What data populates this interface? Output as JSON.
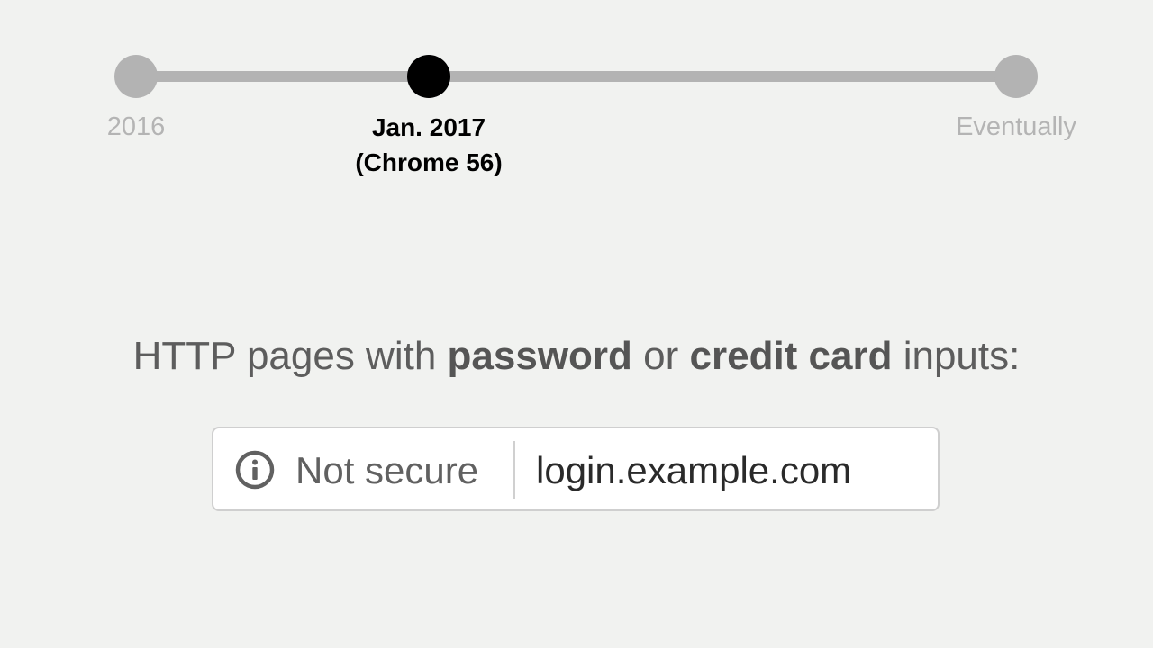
{
  "timeline": {
    "milestones": [
      {
        "label_line1": "2016",
        "label_line2": "",
        "state": "past"
      },
      {
        "label_line1": "Jan. 2017",
        "label_line2": "(Chrome 56)",
        "state": "current"
      },
      {
        "label_line1": "Eventually",
        "label_line2": "",
        "state": "future"
      }
    ],
    "colors": {
      "inactive": "#b3b3b3",
      "active": "#000000"
    }
  },
  "headline": {
    "part1": "HTTP pages with ",
    "bold1": "password",
    "part2": " or ",
    "bold2": "credit card",
    "part3": " inputs:"
  },
  "url_bar": {
    "icon": "info-icon",
    "security_label": "Not secure",
    "url": "login.example.com"
  }
}
